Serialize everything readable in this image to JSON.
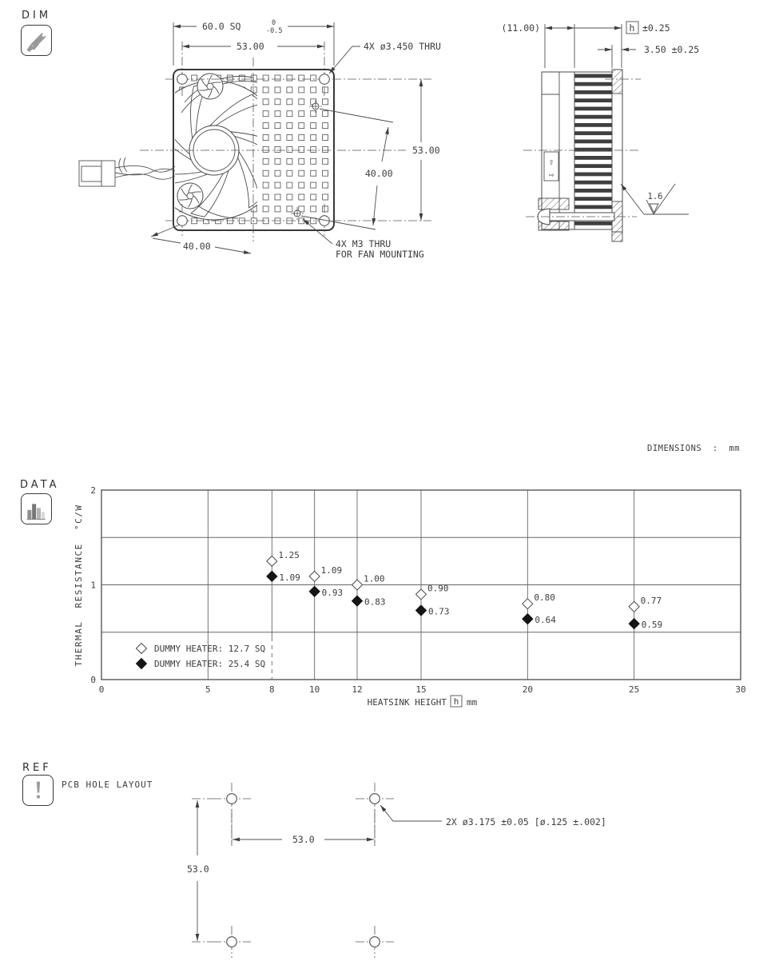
{
  "page_colors": {
    "ink": "#3d3d3d",
    "line": "#4a4a4a",
    "icon_gray": "#9a9a9a"
  },
  "sections": {
    "dim": {
      "label": "DIM",
      "icon": "caliper-icon"
    },
    "data": {
      "label": "DATA",
      "icon": "bar-chart-icon"
    },
    "ref": {
      "label": "REF",
      "icon": "exclamation-icon"
    }
  },
  "units_note": "DIMENSIONS  :  mm",
  "front_view": {
    "dim_60": "60.0 SQ",
    "dim_60_tol_upper": "0",
    "dim_60_tol_lower": "-0.5",
    "dim_53_top": "53.00",
    "hole_note": "4X ø3.450 THRU",
    "dim_53_right": "53.00",
    "dim_40_diag": "40.00",
    "dim_40_bottom": "40.00",
    "m3_note_line1": "4X M3 THRU",
    "m3_note_line2": "FOR FAN MOUNTING"
  },
  "side_view": {
    "dim_11": "(11.00)",
    "dim_h_symbol": "h",
    "dim_h_tol": "±0.25",
    "dim_base": "3.50 ±0.25",
    "roughness": "1.6",
    "flow_up_arrow": "⇧",
    "flow_right_arrow": "⇨"
  },
  "ref_view": {
    "title": "PCB HOLE LAYOUT",
    "dim_horizontal": "53.0",
    "dim_vertical": "53.0",
    "hole_note": "2X ø3.175 ±0.05 [ø.125 ±.002]"
  },
  "chart_data": {
    "type": "scatter",
    "title": "",
    "xlabel_prefix": "HEATSINK HEIGHT",
    "xlabel_symbol": "h",
    "xlabel_suffix": "mm",
    "ylabel": "THERMAL  RESISTANCE  °C/W",
    "xlim": [
      0,
      30
    ],
    "ylim": [
      0,
      2
    ],
    "xticks": [
      0,
      5,
      8,
      10,
      12,
      15,
      20,
      25,
      30
    ],
    "yticks": [
      0,
      1,
      2
    ],
    "x_gridlines": [
      5,
      10,
      12,
      15,
      20,
      25
    ],
    "x_gridline_dashed": 8,
    "y_gridlines": [
      0.5,
      1,
      1.5
    ],
    "grid": true,
    "legend_position": "bottom-left-inside",
    "x": [
      8,
      10,
      12,
      15,
      20,
      25
    ],
    "series": [
      {
        "name": "DUMMY HEATER: 12.7 SQ",
        "marker": "open-diamond",
        "values": [
          1.25,
          1.09,
          1.0,
          0.9,
          0.8,
          0.77
        ]
      },
      {
        "name": "DUMMY HEATER: 25.4 SQ",
        "marker": "filled-diamond",
        "values": [
          1.09,
          0.93,
          0.83,
          0.73,
          0.64,
          0.59
        ]
      }
    ]
  }
}
